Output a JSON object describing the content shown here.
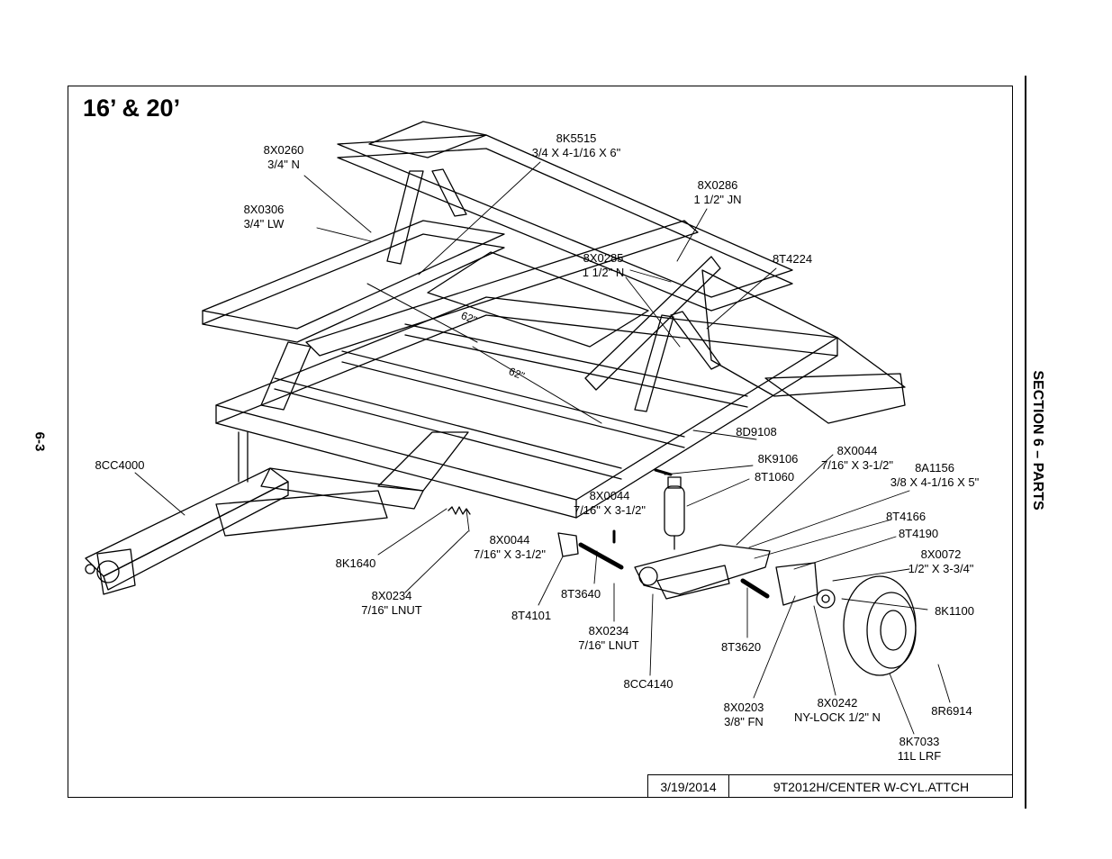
{
  "title": "16’ & 20’",
  "page_number": "6-3",
  "section": "SECTION 6 – PARTS",
  "title_block": {
    "date": "3/19/2014",
    "drawing": "9T2012H/CENTER W-CYL.ATTCH"
  },
  "dimensions": {
    "a": "62\"",
    "b": "62\""
  },
  "callouts": [
    {
      "part": "8X0260",
      "desc": "3/4\" N"
    },
    {
      "part": "8K5515",
      "desc": "3/4 X 4-1/16 X 6\""
    },
    {
      "part": "8X0306",
      "desc": "3/4\" LW"
    },
    {
      "part": "8X0286",
      "desc": "1 1/2\" JN"
    },
    {
      "part": "8X0285",
      "desc": "1 1/2\" N"
    },
    {
      "part": "8T4224",
      "desc": ""
    },
    {
      "part": "8D9108",
      "desc": ""
    },
    {
      "part": "8K9106",
      "desc": ""
    },
    {
      "part": "8T1060",
      "desc": ""
    },
    {
      "part": "8X0044",
      "desc": "7/16\" X 3-1/2\""
    },
    {
      "part": "8A1156",
      "desc": "3/8 X 4-1/16 X 5\""
    },
    {
      "part": "8CC4000",
      "desc": ""
    },
    {
      "part": "8X0044",
      "desc": "7/16\" X 3-1/2\""
    },
    {
      "part": "8T4166",
      "desc": ""
    },
    {
      "part": "8T4190",
      "desc": ""
    },
    {
      "part": "8X0044",
      "desc": "7/16\" X 3-1/2\""
    },
    {
      "part": "8X0072",
      "desc": "1/2\" X 3-3/4\""
    },
    {
      "part": "8K1640",
      "desc": ""
    },
    {
      "part": "8T3640",
      "desc": ""
    },
    {
      "part": "8K1100",
      "desc": ""
    },
    {
      "part": "8X0234",
      "desc": "7/16\" LNUT"
    },
    {
      "part": "8T4101",
      "desc": ""
    },
    {
      "part": "8X0234",
      "desc": "7/16\" LNUT"
    },
    {
      "part": "8T3620",
      "desc": ""
    },
    {
      "part": "8CC4140",
      "desc": ""
    },
    {
      "part": "8X0203",
      "desc": "3/8\" FN"
    },
    {
      "part": "8X0242",
      "desc": "NY-LOCK 1/2\" N"
    },
    {
      "part": "8R6914",
      "desc": ""
    },
    {
      "part": "8K7033",
      "desc": "11L LRF"
    }
  ]
}
